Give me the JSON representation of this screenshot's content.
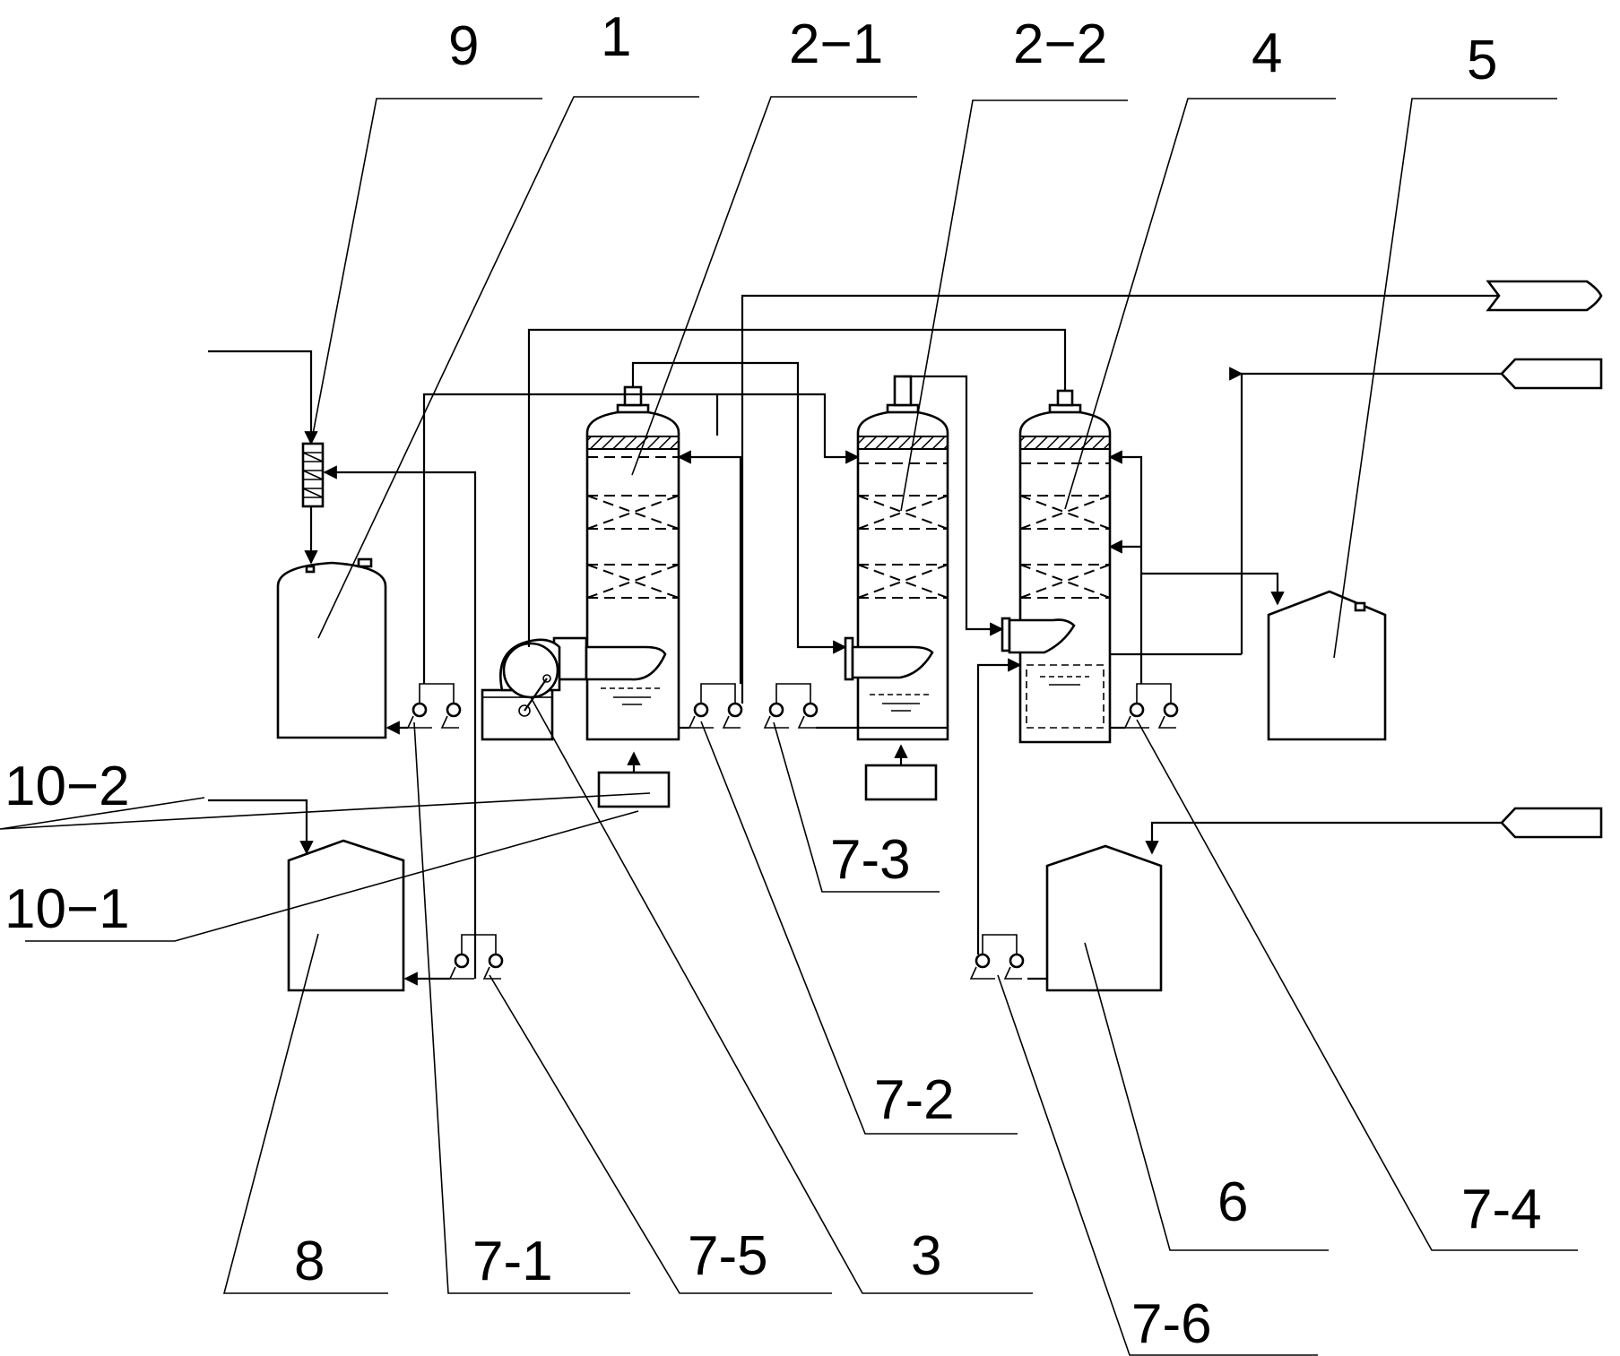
{
  "labels": {
    "l9": "9",
    "l1": "1",
    "l2_1": "2−1",
    "l2_2": "2−2",
    "l4": "4",
    "l5": "5",
    "l10_2": "10−2",
    "l10_1": "10−1",
    "l7_3": "7-3",
    "l7_2": "7-2",
    "l8": "8",
    "l7_1": "7-1",
    "l7_5": "7-5",
    "l3": "3",
    "l6": "6",
    "l7_6": "7-6",
    "l7_4": "7-4"
  },
  "icons": {
    "tower": "packed-tower-icon",
    "tank": "storage-tank-icon",
    "pump": "centrifugal-pump-icon",
    "blower": "fan-blower-icon",
    "heat_exchanger": "heat-exchanger-icon",
    "arrow": "flow-arrow-icon"
  },
  "colors": {
    "line": "#000000",
    "background": "#ffffff"
  }
}
